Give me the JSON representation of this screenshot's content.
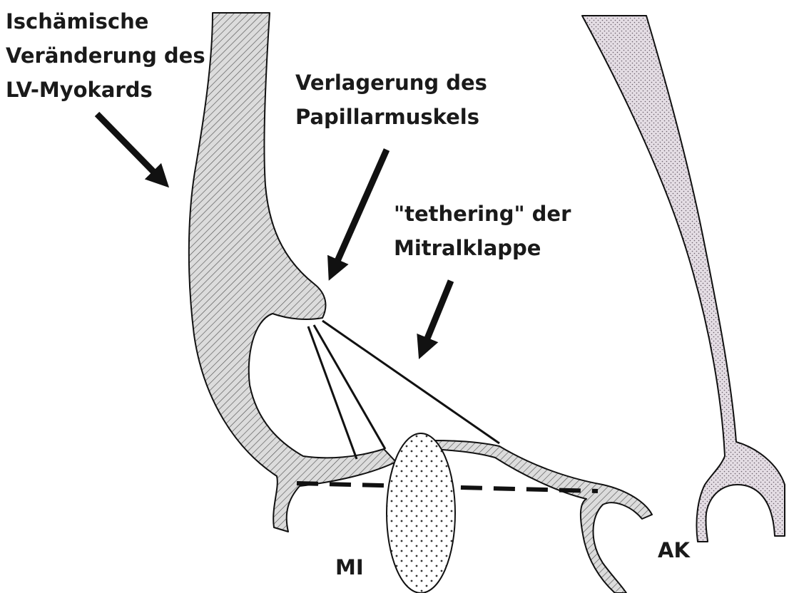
{
  "labels": {
    "ischemic": [
      "Ischämische",
      "Veränderung des",
      "LV-Myokards"
    ],
    "papillary": [
      "Verlagerung des",
      "Papillarmuskels"
    ],
    "tethering": [
      "\"tethering\" der",
      "Mitralklappe"
    ],
    "mi": "MI",
    "ak": "AK"
  },
  "colors": {
    "tissue_fill": "#d6d6d6",
    "aorta_fill": "#ded6de",
    "stroke": "#111111",
    "text": "#1a1a1a"
  }
}
